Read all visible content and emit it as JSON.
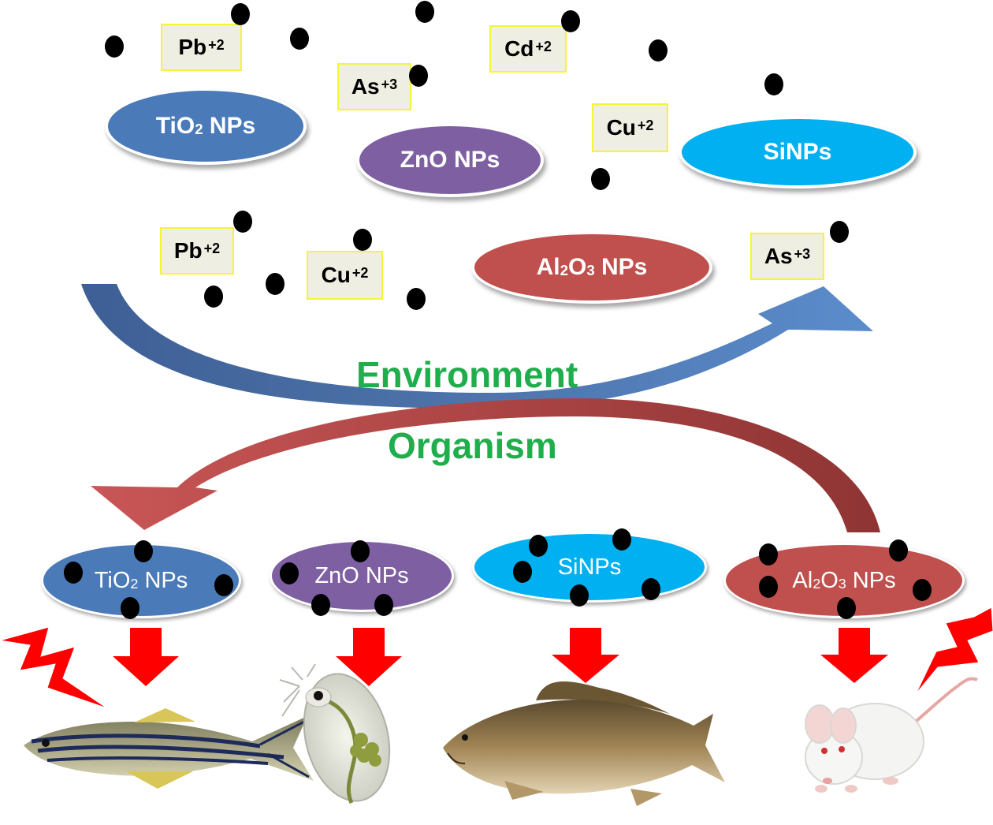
{
  "ions": {
    "pb_1": {
      "symbol": "Pb",
      "charge": "+2"
    },
    "cd_1": {
      "symbol": "Cd",
      "charge": "+2"
    },
    "as_1": {
      "symbol": "As",
      "charge": "+3"
    },
    "cu_1": {
      "symbol": "Cu",
      "charge": "+2"
    },
    "pb_2": {
      "symbol": "Pb",
      "charge": "+2"
    },
    "cu_2": {
      "symbol": "Cu",
      "charge": "+2"
    },
    "as_2": {
      "symbol": "As",
      "charge": "+3"
    }
  },
  "nanoparticles_environment": {
    "tio2": {
      "pre": "TiO",
      "sub1": "2",
      "mid": "",
      "sub2": "",
      "post": " NPs",
      "color": "#4a7ab8"
    },
    "zno": {
      "pre": "ZnO NPs",
      "sub1": "",
      "mid": "",
      "sub2": "",
      "post": "",
      "color": "#7d5fa2"
    },
    "sinps": {
      "pre": "SiNPs",
      "sub1": "",
      "mid": "",
      "sub2": "",
      "post": "",
      "color": "#00b0f0"
    },
    "al2o3": {
      "pre": "Al",
      "sub1": "2",
      "mid": "O",
      "sub2": "3",
      "post": " NPs",
      "color": "#c0504d"
    }
  },
  "nanoparticles_organism": {
    "tio2": {
      "pre": "TiO",
      "sub1": "2",
      "mid": "",
      "sub2": "",
      "post": " NPs",
      "color": "#4a7ab8"
    },
    "zno": {
      "pre": "ZnO NPs",
      "sub1": "",
      "mid": "",
      "sub2": "",
      "post": "",
      "color": "#7d5fa2"
    },
    "sinps": {
      "pre": "SiNPs",
      "sub1": "",
      "mid": "",
      "sub2": "",
      "post": "",
      "color": "#00b0f0"
    },
    "al2o3": {
      "pre": "Al",
      "sub1": "2",
      "mid": "O",
      "sub2": "3",
      "post": " NPs",
      "color": "#c0504d"
    }
  },
  "labels": {
    "environment": "Environment",
    "organism": "Organism"
  },
  "colors": {
    "label_green": "#1fae4b",
    "arrow_blue": "#4a7ab8",
    "arrow_red": "#b84848",
    "down_arrow": "#ff0000",
    "lightning": "#ff0000",
    "ion_fill": "#eeeee2",
    "ion_border": "#f5f535"
  },
  "organisms": [
    "zebrafish-image",
    "daphnia-image",
    "carp-image",
    "rat-image"
  ]
}
